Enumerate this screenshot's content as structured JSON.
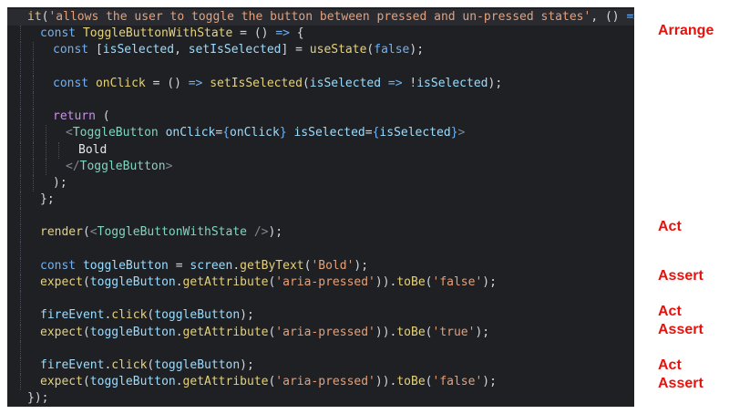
{
  "code_lines": [
    {
      "indent": 0,
      "tokens": [
        {
          "c": "fn",
          "t": "it"
        },
        {
          "c": "pun",
          "t": "("
        },
        {
          "c": "str",
          "t": "'allows the user to toggle the button between pressed and un-pressed states'"
        },
        {
          "c": "pun",
          "t": ", () "
        },
        {
          "c": "decl",
          "t": "=>"
        },
        {
          "c": "pun",
          "t": " {"
        }
      ]
    },
    {
      "indent": 1,
      "tokens": [
        {
          "c": "decl",
          "t": "const"
        },
        {
          "c": "pun",
          "t": " "
        },
        {
          "c": "call",
          "t": "ToggleButtonWithState"
        },
        {
          "c": "pun",
          "t": " = () "
        },
        {
          "c": "decl",
          "t": "=>"
        },
        {
          "c": "pun",
          "t": " {"
        }
      ]
    },
    {
      "indent": 2,
      "tokens": [
        {
          "c": "decl",
          "t": "const"
        },
        {
          "c": "pun",
          "t": " ["
        },
        {
          "c": "var",
          "t": "isSelected"
        },
        {
          "c": "pun",
          "t": ", "
        },
        {
          "c": "var",
          "t": "setIsSelected"
        },
        {
          "c": "pun",
          "t": "] = "
        },
        {
          "c": "call",
          "t": "useState"
        },
        {
          "c": "pun",
          "t": "("
        },
        {
          "c": "decl",
          "t": "false"
        },
        {
          "c": "pun",
          "t": ");"
        }
      ]
    },
    {
      "indent": 2,
      "tokens": []
    },
    {
      "indent": 2,
      "tokens": [
        {
          "c": "decl",
          "t": "const"
        },
        {
          "c": "pun",
          "t": " "
        },
        {
          "c": "call",
          "t": "onClick"
        },
        {
          "c": "pun",
          "t": " = () "
        },
        {
          "c": "decl",
          "t": "=>"
        },
        {
          "c": "pun",
          "t": " "
        },
        {
          "c": "call",
          "t": "setIsSelected"
        },
        {
          "c": "pun",
          "t": "("
        },
        {
          "c": "var",
          "t": "isSelected"
        },
        {
          "c": "pun",
          "t": " "
        },
        {
          "c": "decl",
          "t": "=>"
        },
        {
          "c": "pun",
          "t": " !"
        },
        {
          "c": "var",
          "t": "isSelected"
        },
        {
          "c": "pun",
          "t": ");"
        }
      ]
    },
    {
      "indent": 2,
      "tokens": []
    },
    {
      "indent": 2,
      "tokens": [
        {
          "c": "kw",
          "t": "return"
        },
        {
          "c": "pun",
          "t": " ("
        }
      ]
    },
    {
      "indent": 3,
      "tokens": [
        {
          "c": "tag",
          "t": "<"
        },
        {
          "c": "comp",
          "t": "ToggleButton"
        },
        {
          "c": "pun",
          "t": " "
        },
        {
          "c": "var",
          "t": "onClick"
        },
        {
          "c": "pun",
          "t": "="
        },
        {
          "c": "decl",
          "t": "{"
        },
        {
          "c": "var",
          "t": "onClick"
        },
        {
          "c": "decl",
          "t": "}"
        },
        {
          "c": "pun",
          "t": " "
        },
        {
          "c": "var",
          "t": "isSelected"
        },
        {
          "c": "pun",
          "t": "="
        },
        {
          "c": "decl",
          "t": "{"
        },
        {
          "c": "var",
          "t": "isSelected"
        },
        {
          "c": "decl",
          "t": "}"
        },
        {
          "c": "tag",
          "t": ">"
        }
      ]
    },
    {
      "indent": 4,
      "tokens": [
        {
          "c": "txt",
          "t": "Bold"
        }
      ]
    },
    {
      "indent": 3,
      "tokens": [
        {
          "c": "tag",
          "t": "</"
        },
        {
          "c": "comp",
          "t": "ToggleButton"
        },
        {
          "c": "tag",
          "t": ">"
        }
      ]
    },
    {
      "indent": 2,
      "tokens": [
        {
          "c": "pun",
          "t": ");"
        }
      ]
    },
    {
      "indent": 1,
      "tokens": [
        {
          "c": "pun",
          "t": "};"
        }
      ]
    },
    {
      "indent": 1,
      "tokens": []
    },
    {
      "indent": 1,
      "tokens": [
        {
          "c": "call",
          "t": "render"
        },
        {
          "c": "pun",
          "t": "("
        },
        {
          "c": "tag",
          "t": "<"
        },
        {
          "c": "comp",
          "t": "ToggleButtonWithState"
        },
        {
          "c": "pun",
          "t": " "
        },
        {
          "c": "tag",
          "t": "/>"
        },
        {
          "c": "pun",
          "t": ");"
        }
      ]
    },
    {
      "indent": 1,
      "tokens": []
    },
    {
      "indent": 1,
      "tokens": [
        {
          "c": "decl",
          "t": "const"
        },
        {
          "c": "pun",
          "t": " "
        },
        {
          "c": "var",
          "t": "toggleButton"
        },
        {
          "c": "pun",
          "t": " = "
        },
        {
          "c": "var",
          "t": "screen"
        },
        {
          "c": "pun",
          "t": "."
        },
        {
          "c": "call",
          "t": "getByText"
        },
        {
          "c": "pun",
          "t": "("
        },
        {
          "c": "str",
          "t": "'Bold'"
        },
        {
          "c": "pun",
          "t": ");"
        }
      ]
    },
    {
      "indent": 1,
      "tokens": [
        {
          "c": "call",
          "t": "expect"
        },
        {
          "c": "pun",
          "t": "("
        },
        {
          "c": "var",
          "t": "toggleButton"
        },
        {
          "c": "pun",
          "t": "."
        },
        {
          "c": "call",
          "t": "getAttribute"
        },
        {
          "c": "pun",
          "t": "("
        },
        {
          "c": "str",
          "t": "'aria-pressed'"
        },
        {
          "c": "pun",
          "t": "))."
        },
        {
          "c": "call",
          "t": "toBe"
        },
        {
          "c": "pun",
          "t": "("
        },
        {
          "c": "str",
          "t": "'false'"
        },
        {
          "c": "pun",
          "t": ");"
        }
      ]
    },
    {
      "indent": 1,
      "tokens": []
    },
    {
      "indent": 1,
      "tokens": [
        {
          "c": "var",
          "t": "fireEvent"
        },
        {
          "c": "pun",
          "t": "."
        },
        {
          "c": "call",
          "t": "click"
        },
        {
          "c": "pun",
          "t": "("
        },
        {
          "c": "var",
          "t": "toggleButton"
        },
        {
          "c": "pun",
          "t": ");"
        }
      ]
    },
    {
      "indent": 1,
      "tokens": [
        {
          "c": "call",
          "t": "expect"
        },
        {
          "c": "pun",
          "t": "("
        },
        {
          "c": "var",
          "t": "toggleButton"
        },
        {
          "c": "pun",
          "t": "."
        },
        {
          "c": "call",
          "t": "getAttribute"
        },
        {
          "c": "pun",
          "t": "("
        },
        {
          "c": "str",
          "t": "'aria-pressed'"
        },
        {
          "c": "pun",
          "t": "))."
        },
        {
          "c": "call",
          "t": "toBe"
        },
        {
          "c": "pun",
          "t": "("
        },
        {
          "c": "str",
          "t": "'true'"
        },
        {
          "c": "pun",
          "t": ");"
        }
      ]
    },
    {
      "indent": 1,
      "tokens": []
    },
    {
      "indent": 1,
      "tokens": [
        {
          "c": "var",
          "t": "fireEvent"
        },
        {
          "c": "pun",
          "t": "."
        },
        {
          "c": "call",
          "t": "click"
        },
        {
          "c": "pun",
          "t": "("
        },
        {
          "c": "var",
          "t": "toggleButton"
        },
        {
          "c": "pun",
          "t": ");"
        }
      ]
    },
    {
      "indent": 1,
      "tokens": [
        {
          "c": "call",
          "t": "expect"
        },
        {
          "c": "pun",
          "t": "("
        },
        {
          "c": "var",
          "t": "toggleButton"
        },
        {
          "c": "pun",
          "t": "."
        },
        {
          "c": "call",
          "t": "getAttribute"
        },
        {
          "c": "pun",
          "t": "("
        },
        {
          "c": "str",
          "t": "'aria-pressed'"
        },
        {
          "c": "pun",
          "t": "))."
        },
        {
          "c": "call",
          "t": "toBe"
        },
        {
          "c": "pun",
          "t": "("
        },
        {
          "c": "str",
          "t": "'false'"
        },
        {
          "c": "pun",
          "t": ");"
        }
      ]
    },
    {
      "indent": 0,
      "tokens": [
        {
          "c": "pun",
          "t": "});"
        }
      ]
    }
  ],
  "annotations": {
    "arrange": "Arrange",
    "act_1": "Act",
    "assert_1": "Assert",
    "act_2": "Act",
    "assert_2": "Assert",
    "act_3": "Act",
    "assert_3": "Assert"
  },
  "colors": {
    "editor_background": "#1f2023",
    "annotation_red": "#e8120c",
    "string": "#e5a07a",
    "keyword": "#c792ea",
    "declaration": "#6fb1f7",
    "variable": "#9cdcfe",
    "function_call": "#e6d27a",
    "component": "#7fd6c0"
  }
}
